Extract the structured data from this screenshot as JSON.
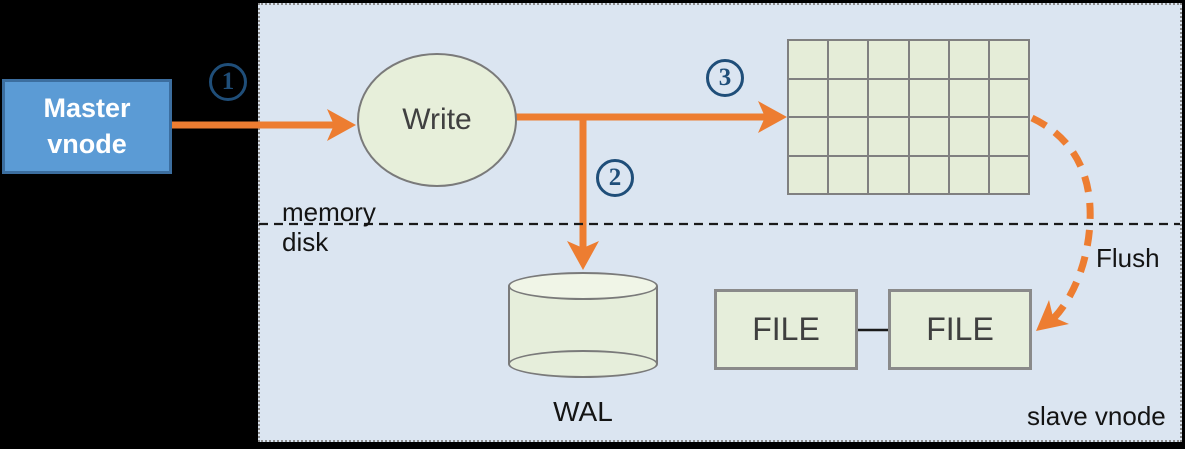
{
  "colors": {
    "background": "#000000",
    "panel_bg": "#dbe5f1",
    "arrow_orange": "#ed7d31",
    "master_blue_fill": "#5b9bd5",
    "master_blue_border": "#3c6e9f",
    "node_green_fill": "#e7efda",
    "shape_border_gray": "#7a7a7a",
    "step_badge_blue": "#1f4e79"
  },
  "nodes": {
    "master_vnode": {
      "line1": "Master",
      "line2": "vnode"
    },
    "write": {
      "label": "Write"
    },
    "memtable_grid": {
      "rows": 4,
      "cols": 6
    },
    "wal": {
      "label": "WAL"
    },
    "files": [
      {
        "label": "FILE"
      },
      {
        "label": "FILE"
      }
    ]
  },
  "labels": {
    "memory": "memory",
    "disk": "disk",
    "flush": "Flush",
    "slave_vnode": "slave vnode"
  },
  "steps": [
    {
      "n": "1"
    },
    {
      "n": "2"
    },
    {
      "n": "3"
    }
  ]
}
